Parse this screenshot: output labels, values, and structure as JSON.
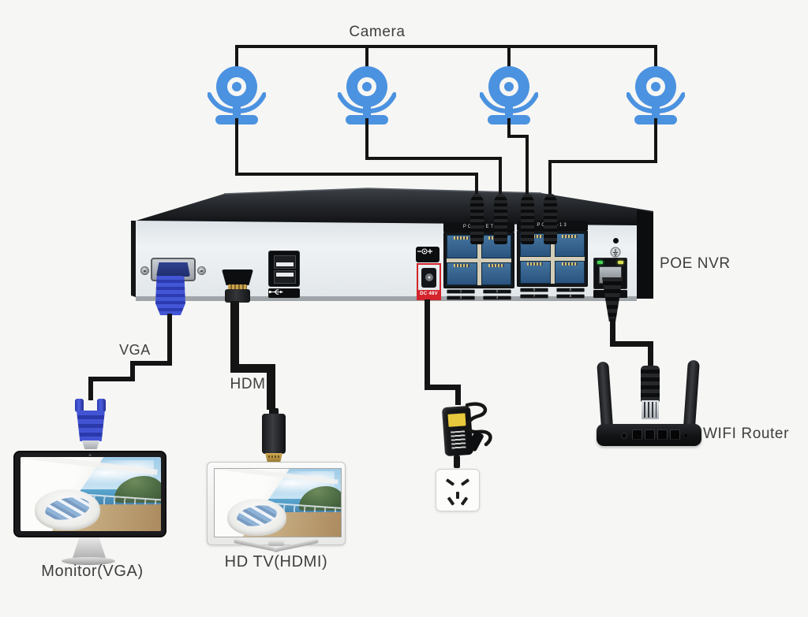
{
  "labels": {
    "camera": "Camera",
    "vga": "VGA",
    "hdmi": "HDMI",
    "poe_nvr": "POE NVR",
    "wifi_router": "WIFI Router",
    "monitor": "Monitor(VGA)",
    "hd_tv": "HD TV(HDMI)"
  },
  "nvr": {
    "dc_input_label": "DC 48V",
    "poe_strip_left": "PO——ET",
    "poe_strip_right": "PO——13",
    "port_numbers": [
      "1",
      "2",
      "3",
      "4",
      "5",
      "6",
      "7",
      "8"
    ]
  },
  "cameras": {
    "count": 4
  },
  "colors": {
    "background": "#f6f6f4",
    "cable_black": "#141414",
    "camera_blue": "#4b92e0",
    "poe_port_blue": "#31659a",
    "dc_highlight_red": "#d3242c",
    "vga_connector_blue": "#3a4cd1",
    "label_text": "#3e3e3e"
  }
}
